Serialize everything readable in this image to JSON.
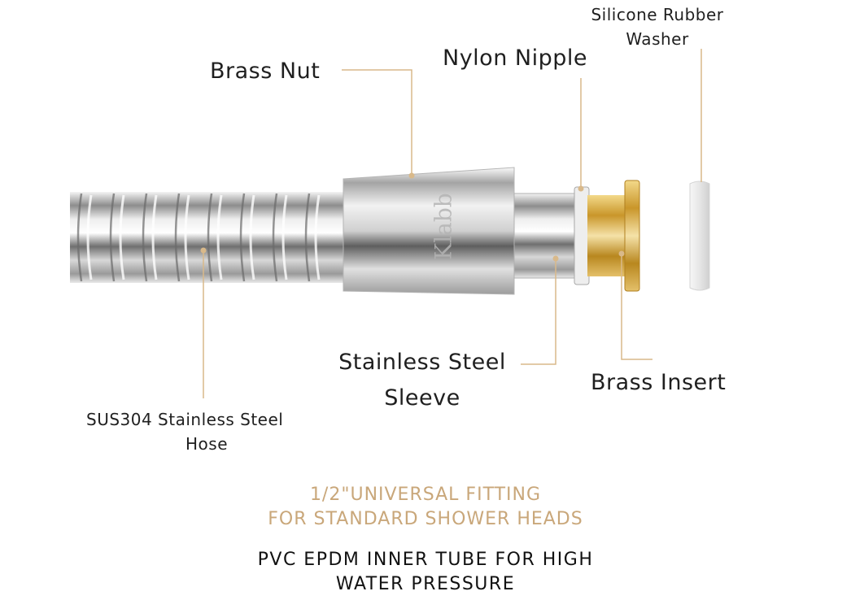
{
  "labels": {
    "brass_nut": "Brass Nut",
    "nylon_nipple": "Nylon Nipple",
    "washer_line1": "Silicone Rubber",
    "washer_line2": "Washer",
    "sleeve_line1": "Stainless Steel",
    "sleeve_line2": "Sleeve",
    "brass_insert": "Brass Insert",
    "hose_line1": "SUS304 Stainless Steel",
    "hose_line2": "Hose"
  },
  "brand_mark": "Klabb",
  "footer": {
    "gold_line1": "1/2\"UNIVERSAL FITTING",
    "gold_line2": "FOR STANDARD SHOWER HEADS",
    "dark_line1": "PVC EPDM INNER TUBE FOR HIGH",
    "dark_line2": "WATER PRESSURE"
  },
  "colors": {
    "leader_line": "#d9b98a",
    "gold_text": "#c9a77a",
    "brass": "#d4a73c",
    "chrome": "#c8c8c8"
  }
}
